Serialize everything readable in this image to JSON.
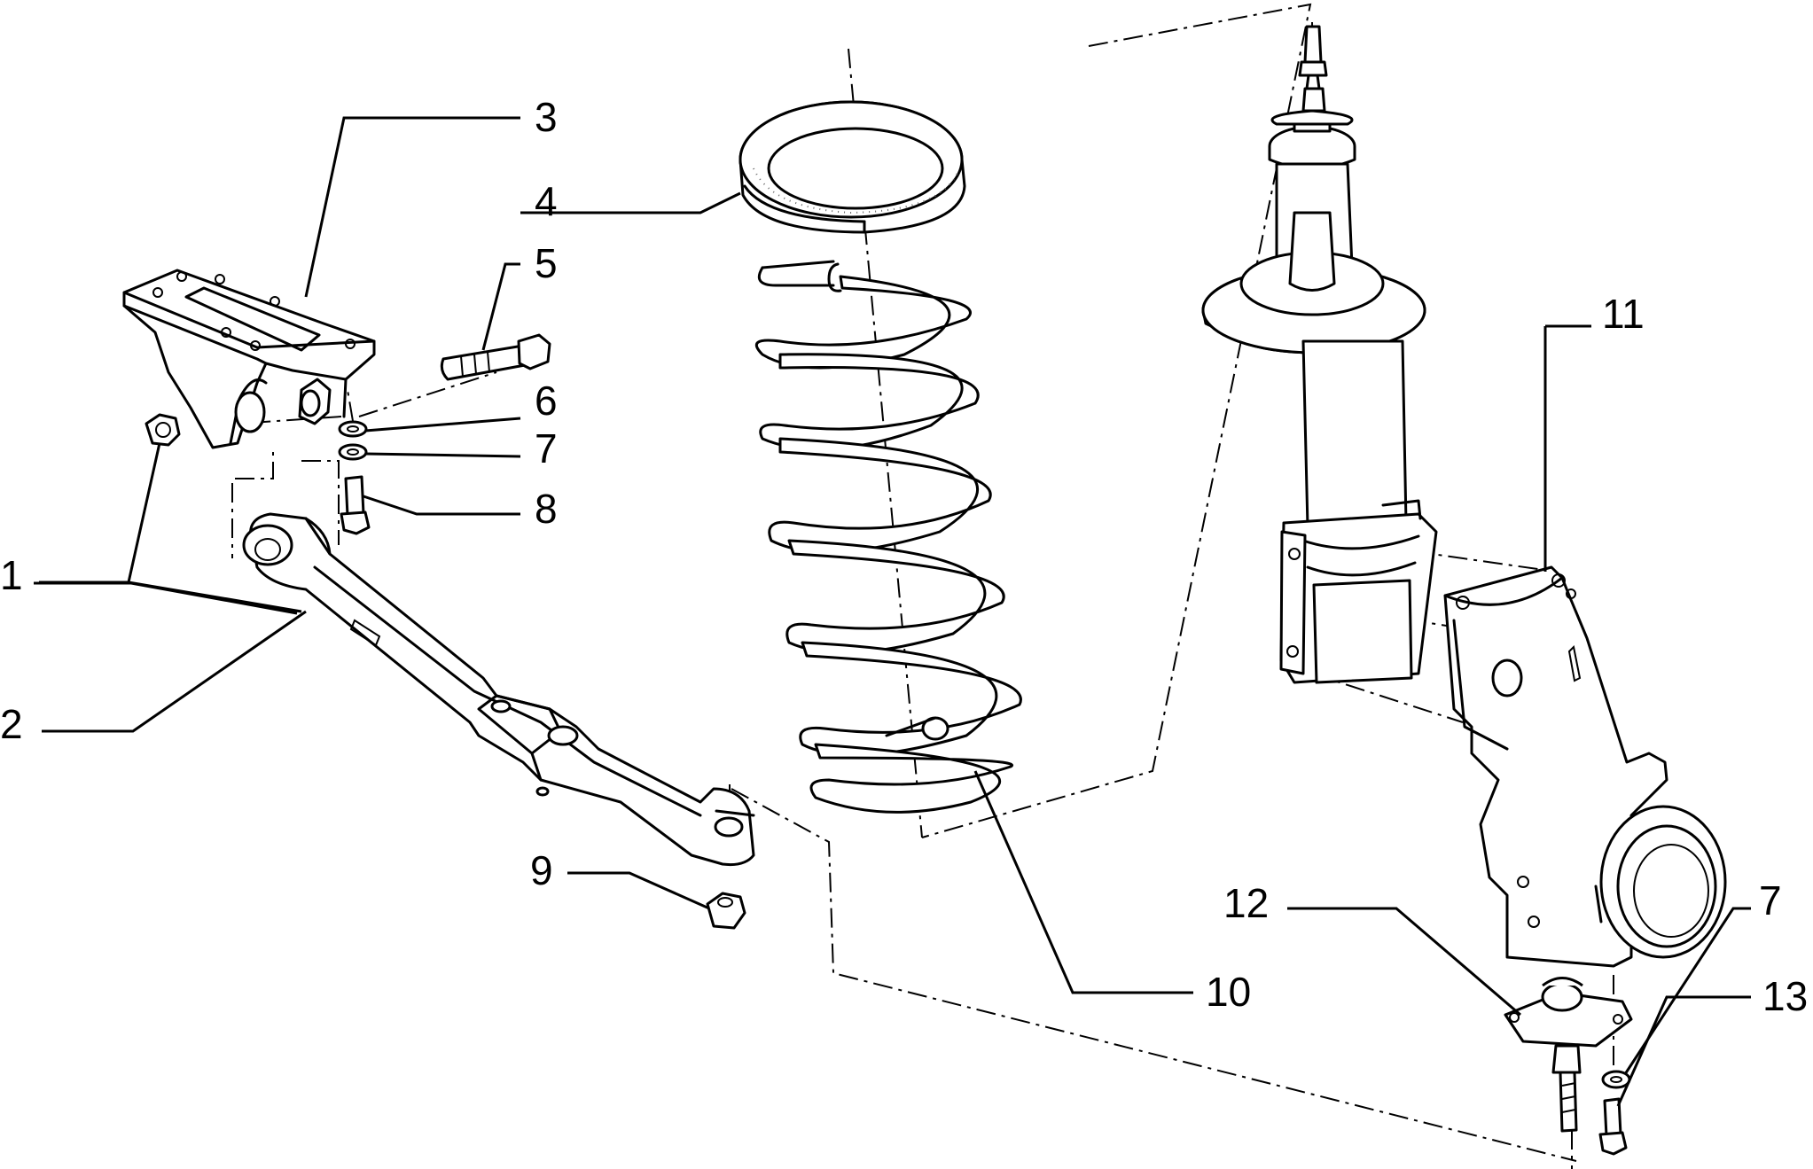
{
  "callouts": [
    {
      "id": "1",
      "label": "1"
    },
    {
      "id": "2",
      "label": "2"
    },
    {
      "id": "3",
      "label": "3"
    },
    {
      "id": "4",
      "label": "4"
    },
    {
      "id": "5",
      "label": "5"
    },
    {
      "id": "6",
      "label": "6"
    },
    {
      "id": "7a",
      "label": "7"
    },
    {
      "id": "7b",
      "label": "7"
    },
    {
      "id": "8",
      "label": "8"
    },
    {
      "id": "9",
      "label": "9"
    },
    {
      "id": "10",
      "label": "10"
    },
    {
      "id": "11",
      "label": "11"
    },
    {
      "id": "12",
      "label": "12"
    },
    {
      "id": "13",
      "label": "13"
    }
  ]
}
